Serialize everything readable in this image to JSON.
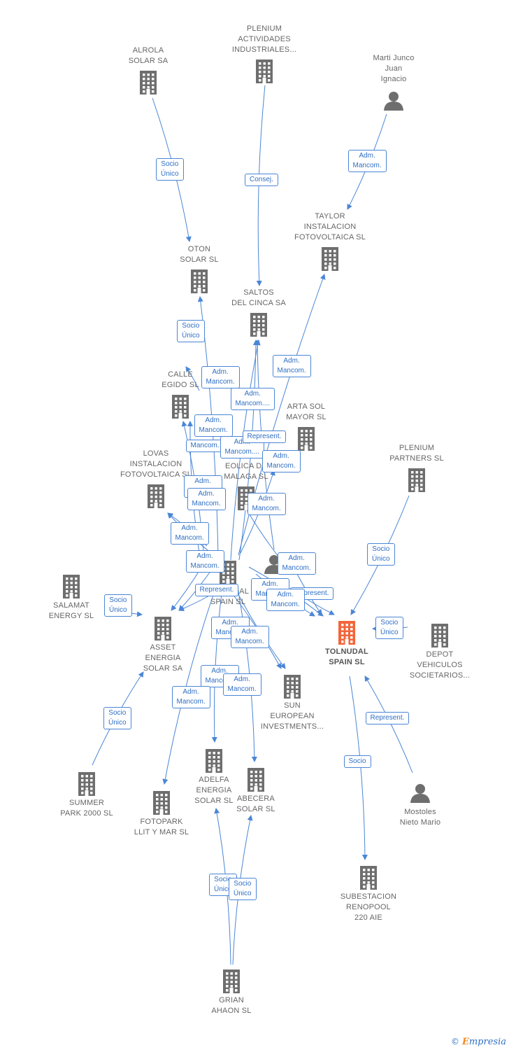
{
  "colors": {
    "edge": "#4a86d6",
    "node": "#6e6e6e",
    "focus": "#f2653a"
  },
  "nodes": [
    {
      "id": "alrola",
      "label": "ALROLA\nSOLAR SA",
      "type": "company"
    },
    {
      "id": "plenium_ai",
      "label": "PLENIUM\nACTIVIDADES\nINDUSTRIALES...",
      "type": "company"
    },
    {
      "id": "marti",
      "label": "Marti Junco\nJuan\nIgnacio",
      "type": "person"
    },
    {
      "id": "taylor",
      "label": "TAYLOR\nINSTALACION\nFOTOVOLTAICA SL",
      "type": "company"
    },
    {
      "id": "oton",
      "label": "OTON\nSOLAR SL",
      "type": "company"
    },
    {
      "id": "saltos",
      "label": "SALTOS\nDEL CINCA SA",
      "type": "company"
    },
    {
      "id": "calle",
      "label": "CALLE\nEGIDO SL",
      "type": "company"
    },
    {
      "id": "arta",
      "label": "ARTA SOL\nMAYOR SL",
      "type": "company"
    },
    {
      "id": "lovas",
      "label": "LOVAS\nINSTALACION\nFOTOVOLTAICA SL",
      "type": "company"
    },
    {
      "id": "eolica",
      "label": "EOLICA DE\nMALAGA SL",
      "type": "company"
    },
    {
      "id": "plenium_p",
      "label": "PLENIUM\nPARTNERS SL",
      "type": "company"
    },
    {
      "id": "salamat",
      "label": "SALAMAT\nENERGY SL",
      "type": "company"
    },
    {
      "id": "tolnudal_o",
      "label": "TOLNUDAL\nSPAIN SL",
      "type": "company"
    },
    {
      "id": "asset",
      "label": "ASSET\nENERGIA\nSOLAR SA",
      "type": "company"
    },
    {
      "id": "tolnudal",
      "label": "TOLNUDAL\nSPAIN SL",
      "type": "focus"
    },
    {
      "id": "depot",
      "label": "DEPOT\nVEHICULOS\nSOCIETARIOS...",
      "type": "company"
    },
    {
      "id": "sun",
      "label": "SUN\nEUROPEAN\nINVESTMENTS...",
      "type": "company"
    },
    {
      "id": "summer",
      "label": "SUMMER\nPARK 2000 SL",
      "type": "company"
    },
    {
      "id": "adelfa",
      "label": "ADELFA\nENERGIA\nSOLAR SL",
      "type": "company"
    },
    {
      "id": "abecera",
      "label": "ABECERA\nSOLAR SL",
      "type": "company"
    },
    {
      "id": "fotopark",
      "label": "FOTOPARK\nLLIT Y MAR SL",
      "type": "company"
    },
    {
      "id": "mostoles",
      "label": "Mostoles\nNieto Mario",
      "type": "person"
    },
    {
      "id": "subestacion",
      "label": "SUBESTACION\nRENOPOOL\n220 AIE",
      "type": "company"
    },
    {
      "id": "grian",
      "label": "GRIAN\nAHAON SL",
      "type": "company"
    },
    {
      "id": "person_mid",
      "label": "",
      "type": "person"
    }
  ],
  "edges": [
    {
      "from": "alrola",
      "to": "oton",
      "label": "Socio\nÚnico"
    },
    {
      "from": "plenium_ai",
      "to": "saltos",
      "label": "Consej."
    },
    {
      "from": "marti",
      "to": "taylor",
      "label": "Adm.\nMancom."
    },
    {
      "from": "oton",
      "to": "calle",
      "label": "Socio\nÚnico"
    },
    {
      "from": "tolnudal_o",
      "to": "taylor",
      "label": "Adm.\nMancom."
    },
    {
      "from": "tolnudal_o",
      "to": "oton",
      "label": "Adm.\nMancom."
    },
    {
      "from": "tolnudal_o",
      "to": "saltos",
      "label": "Adm.\nMancom...."
    },
    {
      "from": "tolnudal_o",
      "to": "calle",
      "label": "Adm.\nMancom."
    },
    {
      "from": "tolnudal_o",
      "to": "calle",
      "label": "Mancom."
    },
    {
      "from": "tolnudal_o",
      "to": "saltos",
      "label": "Adm.\nMancom...."
    },
    {
      "from": "person_mid",
      "to": "saltos",
      "label": "Represent."
    },
    {
      "from": "tolnudal_o",
      "to": "eolica",
      "label": "Adm.\nMancom."
    },
    {
      "from": "tolnudal_o",
      "to": "lovas",
      "label": "Adm.\nMancom."
    },
    {
      "from": "tolnudal_o",
      "to": "lovas",
      "label": "Adm.\nMancom."
    },
    {
      "from": "tolnudal_o",
      "to": "asset",
      "label": "Adm.\nMancom."
    },
    {
      "from": "tolnudal_o",
      "to": "eolica",
      "label": "Adm.\nMancom."
    },
    {
      "from": "tolnudal_o",
      "to": "asset",
      "label": "Adm.\nMancom."
    },
    {
      "from": "person_mid",
      "to": "tolnudal",
      "label": "Adm.\nMancom."
    },
    {
      "from": "plenium_p",
      "to": "tolnudal",
      "label": "Socio\nÚnico"
    },
    {
      "from": "salamat",
      "to": "asset",
      "label": "Socio\nÚnico"
    },
    {
      "from": "tolnudal_o",
      "to": "asset",
      "label": "Represent."
    },
    {
      "from": "person_mid",
      "to": "tolnudal",
      "label": "Represent."
    },
    {
      "from": "tolnudal_o",
      "to": "tolnudal",
      "label": "Adm.\nMancom."
    },
    {
      "from": "tolnudal_o",
      "to": "tolnudal",
      "label": "Adm.\nMancom."
    },
    {
      "from": "depot",
      "to": "tolnudal",
      "label": "Socio\nÚnico"
    },
    {
      "from": "tolnudal_o",
      "to": "sun",
      "label": "Adm.\nMancom."
    },
    {
      "from": "tolnudal_o",
      "to": "sun",
      "label": "Adm.\nMancom."
    },
    {
      "from": "tolnudal_o",
      "to": "adelfa",
      "label": "Adm.\nMancom."
    },
    {
      "from": "tolnudal_o",
      "to": "abecera",
      "label": "Adm.\nMancom."
    },
    {
      "from": "tolnudal_o",
      "to": "fotopark",
      "label": "Adm.\nMancom."
    },
    {
      "from": "summer",
      "to": "asset",
      "label": "Socio\nÚnico"
    },
    {
      "from": "mostoles",
      "to": "tolnudal",
      "label": "Represent."
    },
    {
      "from": "tolnudal",
      "to": "subestacion",
      "label": "Socio"
    },
    {
      "from": "grian",
      "to": "adelfa",
      "label": "Socio\nÚnico"
    },
    {
      "from": "grian",
      "to": "abecera",
      "label": "Socio\nÚnico"
    }
  ],
  "brand": {
    "copyright": "©",
    "name": "mpresia",
    "initial": "E"
  }
}
